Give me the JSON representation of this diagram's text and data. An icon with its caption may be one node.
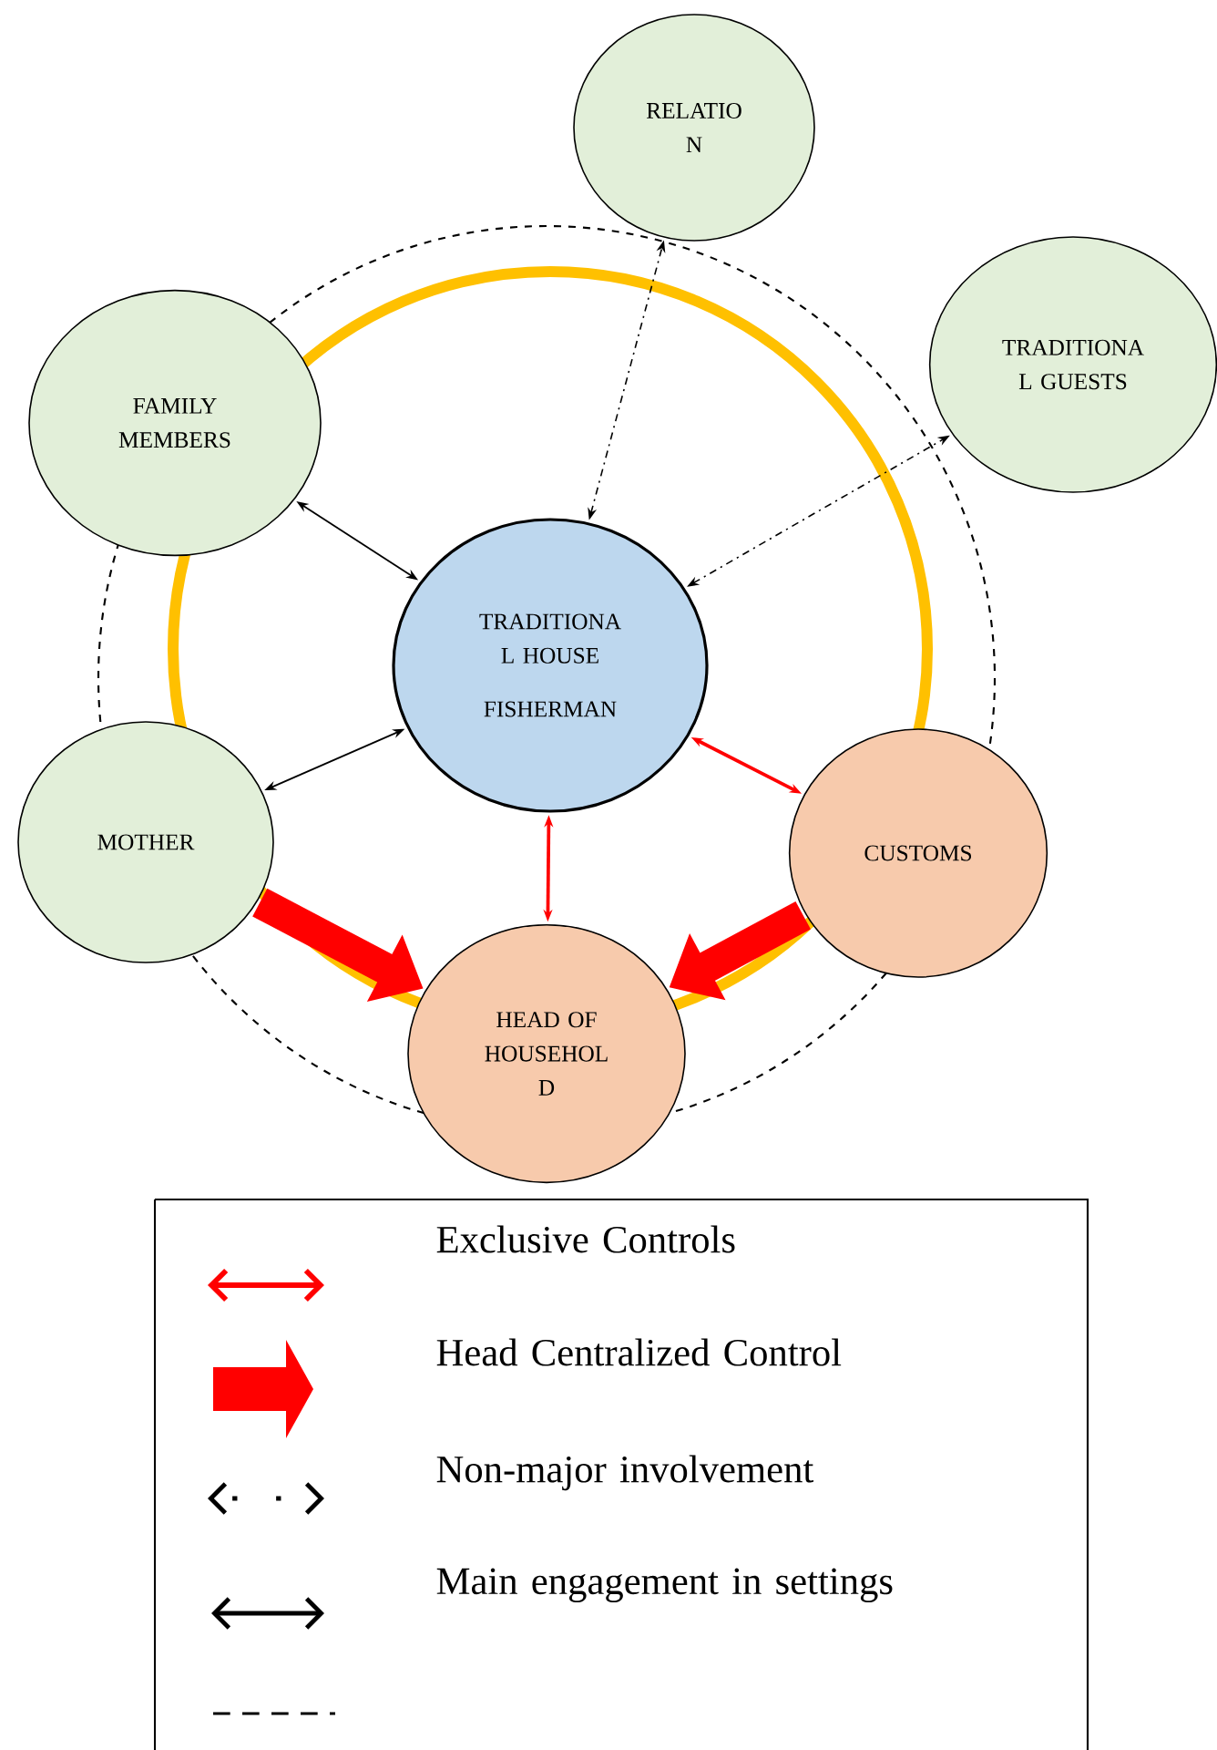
{
  "diagram": {
    "nodes": [
      {
        "text": [
          "RELATIO N"
        ]
      },
      {
        "text": [
          "TRADITIONA L GUESTS"
        ]
      },
      {
        "text": [
          "FAMILY MEMBERS"
        ]
      },
      {
        "text": [
          "TRADITIONA L HOUSE",
          "FISHERMAN"
        ]
      },
      {
        "text": [
          "MOTHER"
        ]
      },
      {
        "text": [
          "CUSTOMS"
        ]
      },
      {
        "text": [
          "HEAD OF HOUSEHOL D"
        ]
      }
    ],
    "edges": [
      {
        "from": 3,
        "to": 0,
        "arrow": "both",
        "style": "dashed"
      },
      {
        "from": 3,
        "to": 1,
        "arrow": "both",
        "style": "dashed"
      },
      {
        "from": 2,
        "to": 3,
        "arrow": "both"
      },
      {
        "from": 3,
        "to": 4,
        "arrow": "both"
      },
      {
        "from": 3,
        "to": 5,
        "arrow": "both",
        "color": "#ff0000"
      },
      {
        "from": 3,
        "to": 6,
        "arrow": "both",
        "color": "#ff0000"
      },
      {
        "from": 4,
        "to": 6,
        "arrow": "to",
        "style": "thick",
        "color": "#ff0000"
      },
      {
        "from": 5,
        "to": 6,
        "arrow": "to",
        "style": "thick",
        "color": "#ff0000"
      }
    ],
    "legend": [
      {
        "text": "Exclusive Controls"
      },
      {
        "text": "Head Centralized Control"
      },
      {
        "text": "Non-major involvement"
      },
      {
        "text": "Main engagement in settings"
      }
    ]
  }
}
